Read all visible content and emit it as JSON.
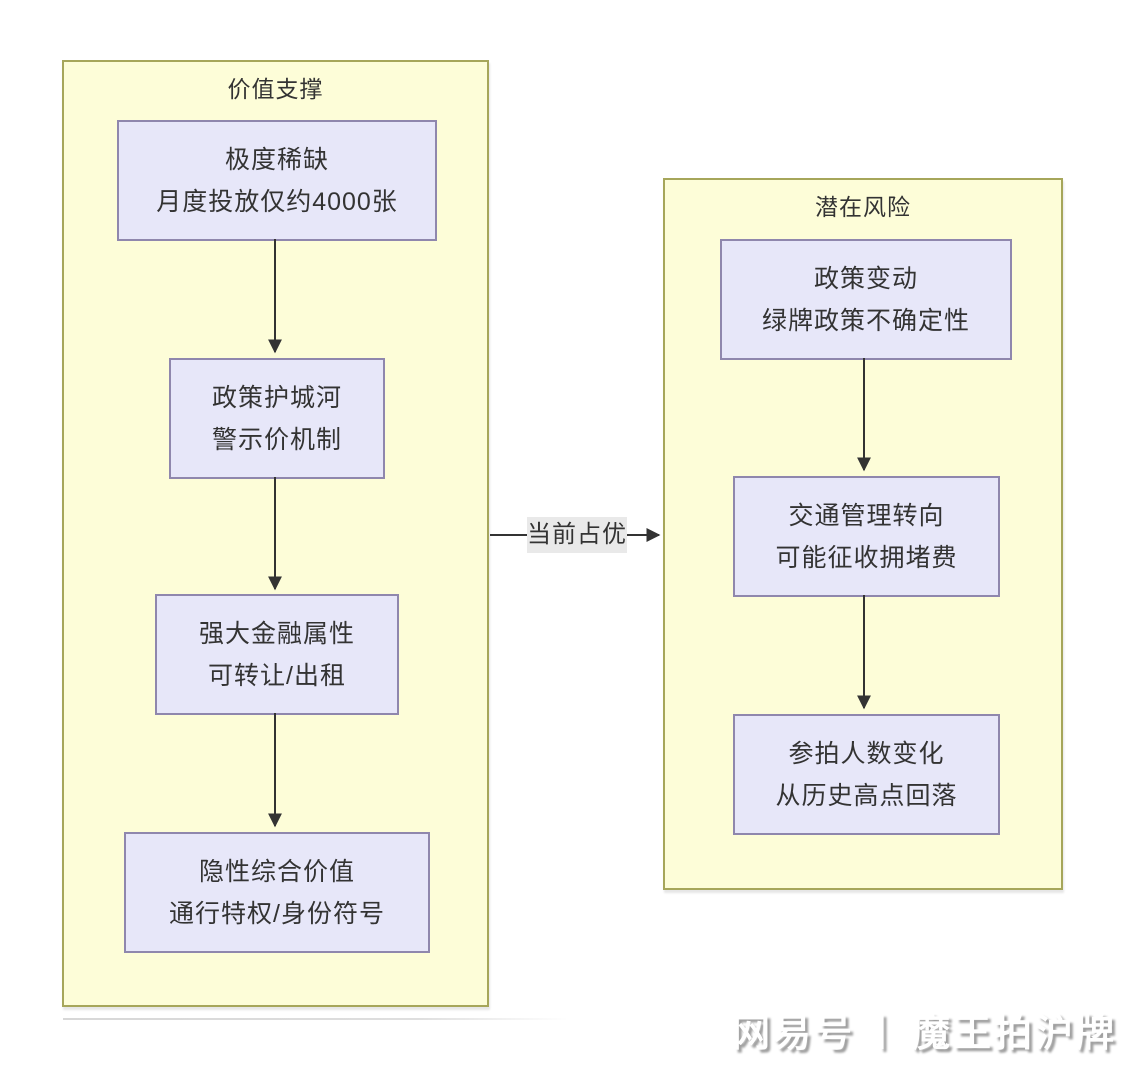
{
  "colors": {
    "container_fill": "#fdfdd8",
    "container_border": "#a6a65a",
    "node_fill": "#e7e7f9",
    "node_border": "#8f87ad",
    "text": "#333333",
    "arrow": "#333333",
    "label_bg": "#e9e9e9",
    "watermark_shadow": "#9e9e9e"
  },
  "diagram": {
    "type": "flowchart",
    "edge_label": "当前占优",
    "groups": [
      {
        "id": "value-support",
        "title": "价值支撑",
        "nodes": [
          {
            "line1": "极度稀缺",
            "line2": "月度投放仅约4000张"
          },
          {
            "line1": "政策护城河",
            "line2": "警示价机制"
          },
          {
            "line1": "强大金融属性",
            "line2": "可转让/出租"
          },
          {
            "line1": "隐性综合价值",
            "line2": "通行特权/身份符号"
          }
        ]
      },
      {
        "id": "potential-risk",
        "title": "潜在风险",
        "nodes": [
          {
            "line1": "政策变动",
            "line2": "绿牌政策不确定性"
          },
          {
            "line1": "交通管理转向",
            "line2": "可能征收拥堵费"
          },
          {
            "line1": "参拍人数变化",
            "line2": "从历史高点回落"
          }
        ]
      }
    ],
    "flow": [
      "价值支撑 内部自上而下依次连接 4 个节点",
      "潜在风险 内部自上而下依次连接 3 个节点",
      "价值支撑 --当前占优--> 潜在风险"
    ]
  },
  "watermark": {
    "brand": "网易号",
    "separator": "丨",
    "account": "魔王拍沪牌"
  }
}
